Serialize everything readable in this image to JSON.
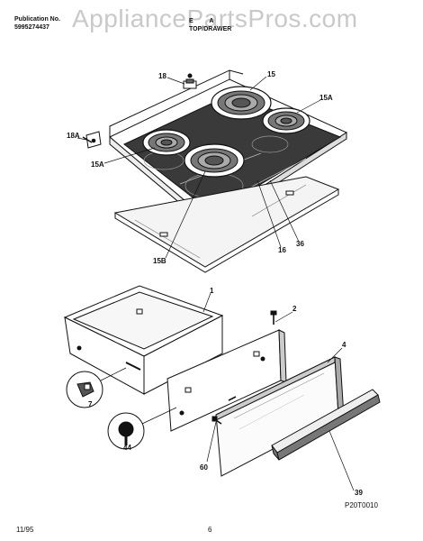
{
  "header": {
    "publication_label": "Publication No.",
    "publication_number": "5995274437",
    "model_partial": "E",
    "model_suffix": "A",
    "section_title": "TOP/DRAWER"
  },
  "watermark": "AppliancePartsPros.com",
  "callouts": {
    "c18": "18",
    "c15": "15",
    "c15A_right": "15A",
    "c18A": "18A",
    "c15A_left": "15A",
    "c36": "36",
    "c16": "16",
    "c15B": "15B",
    "c1": "1",
    "c2": "2",
    "c4": "4",
    "c7": "7",
    "c44": "44",
    "c60": "60",
    "c39": "39"
  },
  "figure_code": "P20T0010",
  "footer": {
    "date": "11/95",
    "page": "6"
  }
}
